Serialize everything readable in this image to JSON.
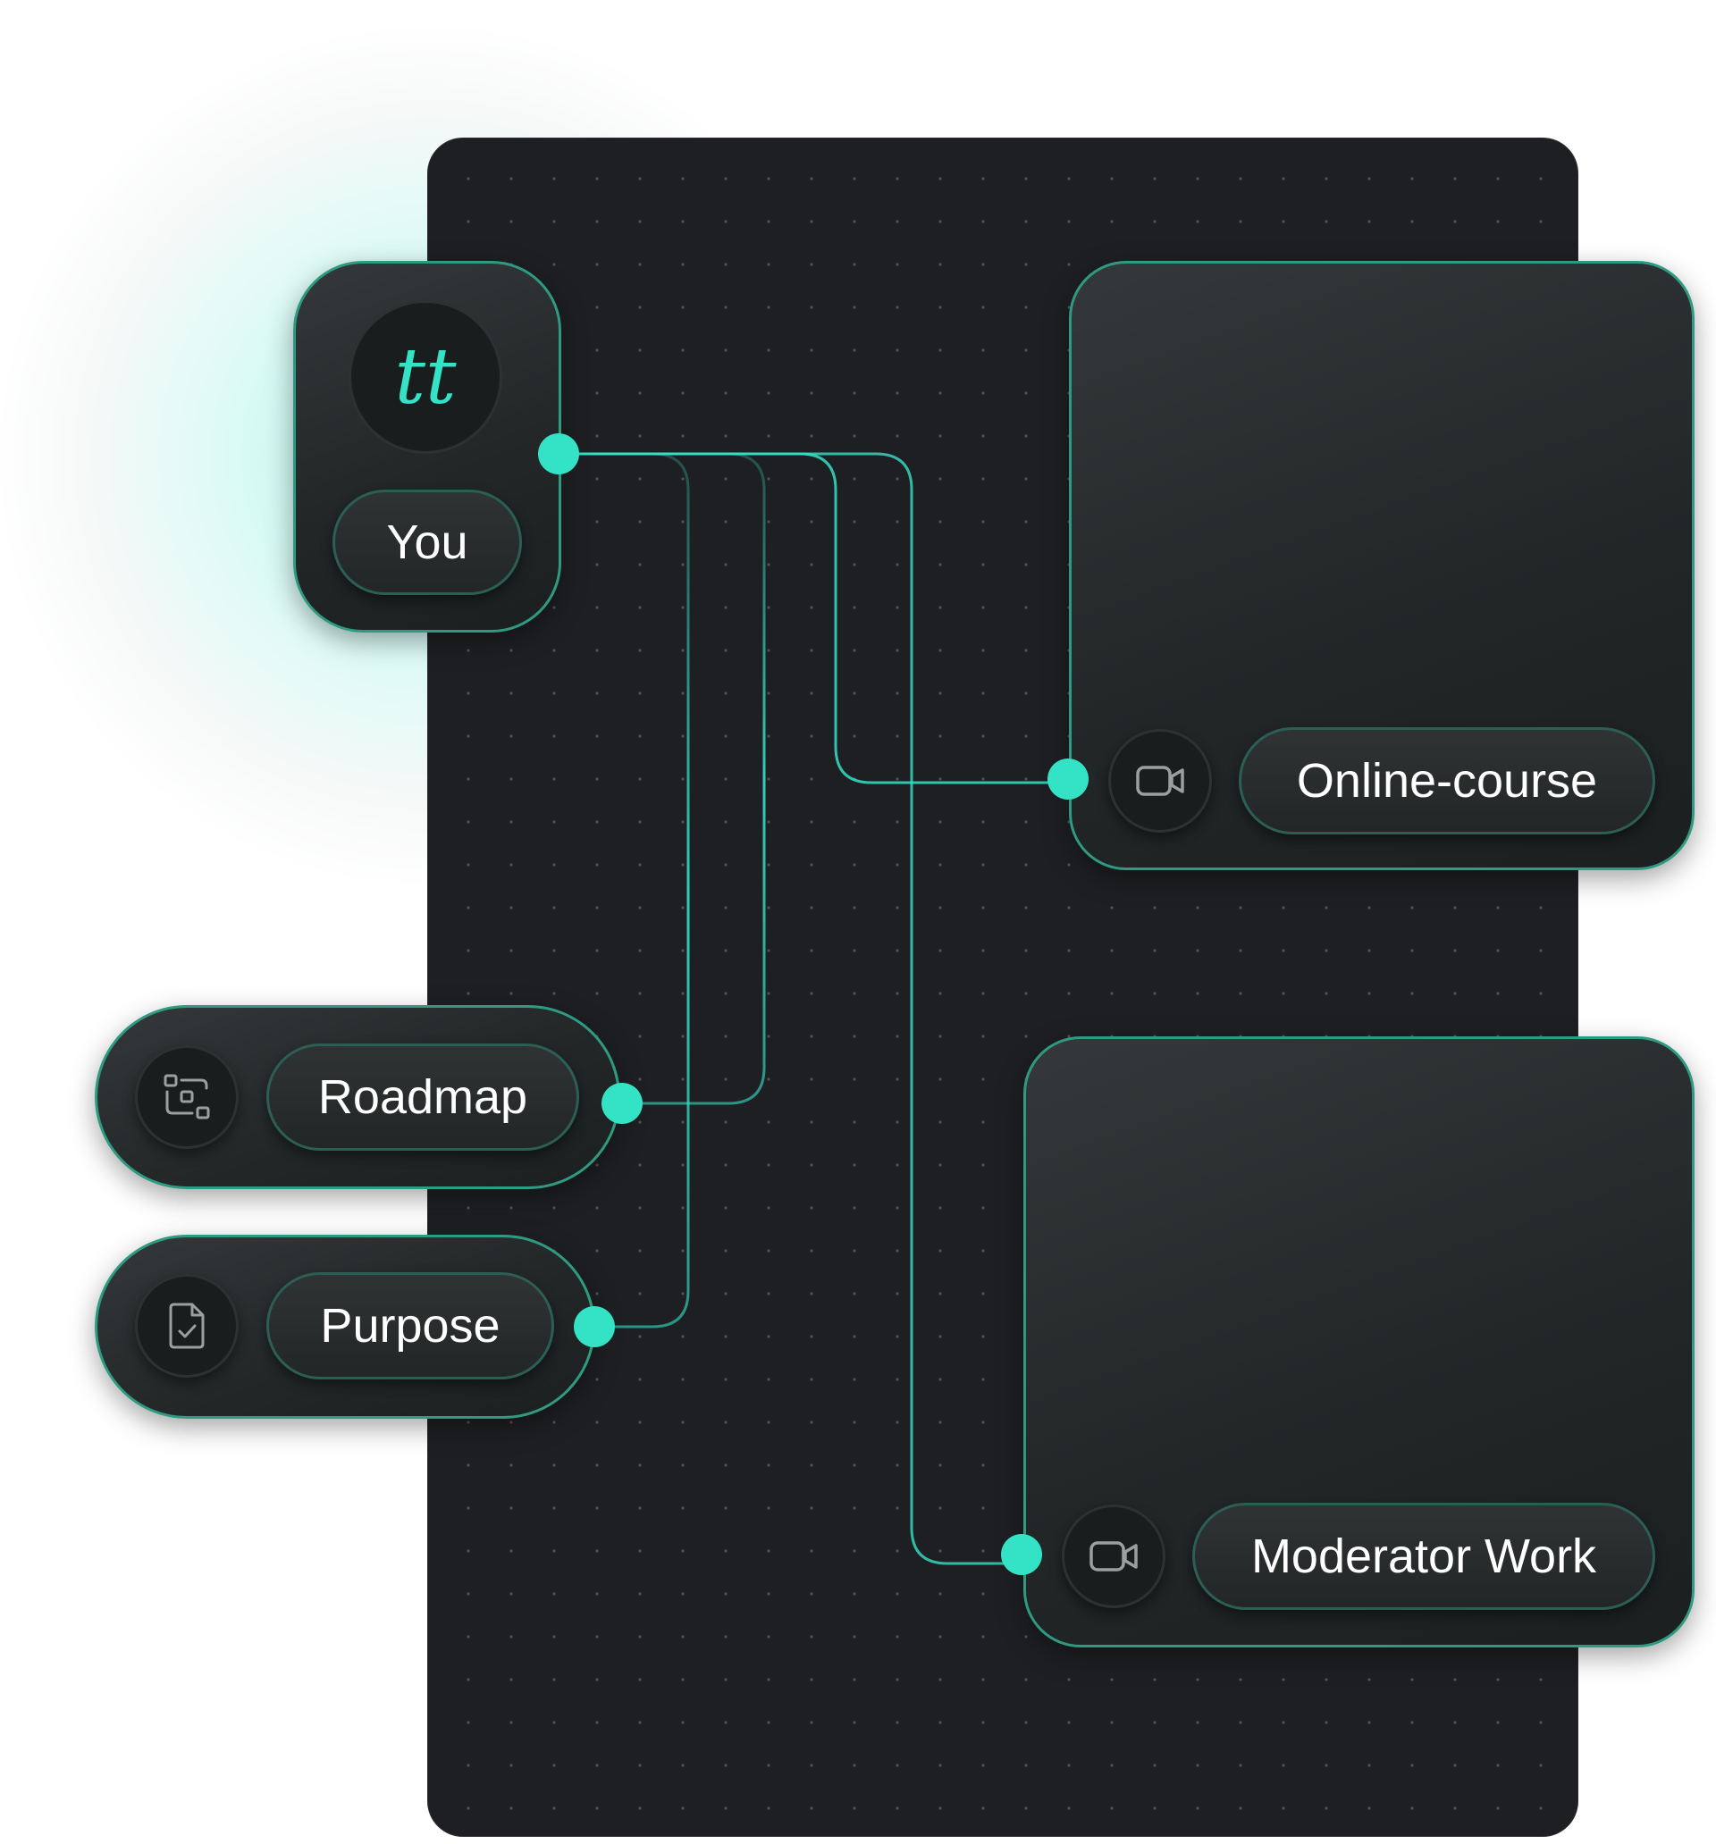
{
  "you": {
    "initials": "tt",
    "label": "You"
  },
  "nodes": {
    "online_course": {
      "label": "Online-course",
      "icon": "video-camera-icon"
    },
    "moderator_work": {
      "label": "Moderator Work",
      "icon": "video-camera-icon"
    },
    "roadmap": {
      "label": "Roadmap",
      "icon": "roadmap-icon"
    },
    "purpose": {
      "label": "Purpose",
      "icon": "document-check-icon"
    }
  },
  "colors": {
    "accent": "#34e2c6",
    "board": "#1e1f22",
    "card_border": "#2f9a82",
    "text": "#ffffff"
  }
}
